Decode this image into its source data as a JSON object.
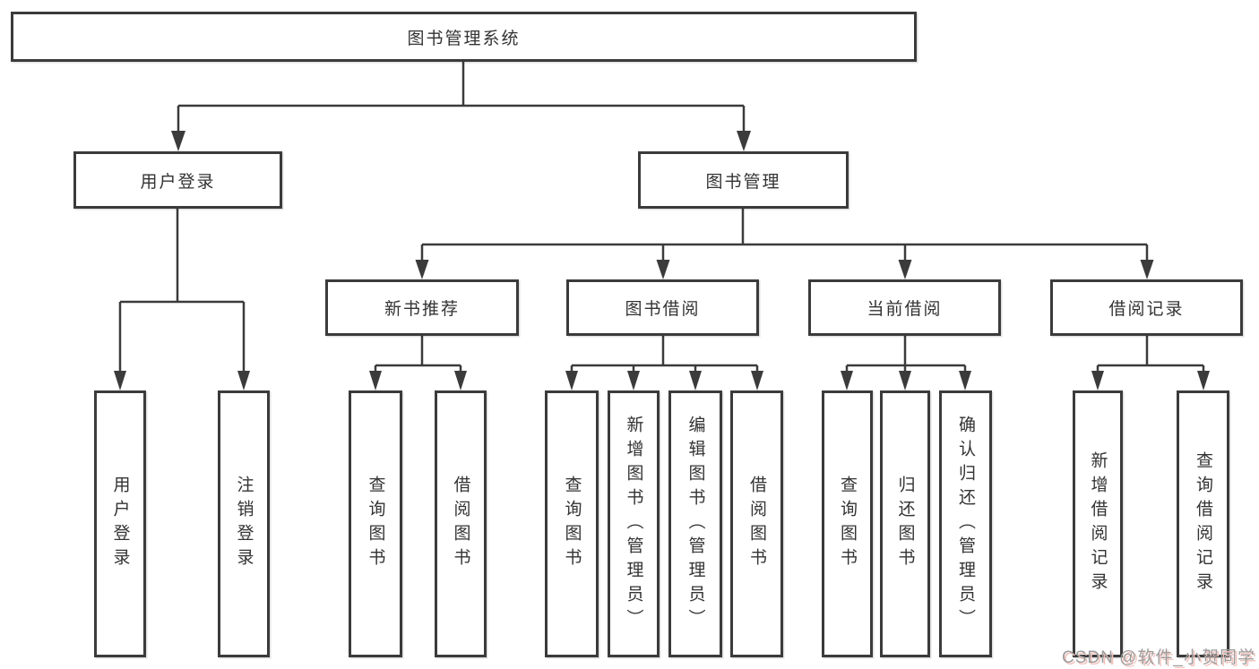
{
  "diagram_type": "functional-structure-tree",
  "tree": {
    "root": {
      "label": "图书管理系统",
      "children": [
        {
          "label": "用户登录",
          "children": [
            {
              "label": "用户登录"
            },
            {
              "label": "注销登录"
            }
          ]
        },
        {
          "label": "图书管理",
          "children": [
            {
              "label": "新书推荐",
              "children": [
                {
                  "label": "查询图书"
                },
                {
                  "label": "借阅图书"
                }
              ]
            },
            {
              "label": "图书借阅",
              "children": [
                {
                  "label": "查询图书"
                },
                {
                  "label": "新增图书（管理员）"
                },
                {
                  "label": "编辑图书（管理员）"
                },
                {
                  "label": "借阅图书"
                }
              ]
            },
            {
              "label": "当前借阅",
              "children": [
                {
                  "label": "查询图书"
                },
                {
                  "label": "归还图书"
                },
                {
                  "label": "确认归还（管理员）"
                }
              ]
            },
            {
              "label": "借阅记录",
              "children": [
                {
                  "label": "新增借阅记录"
                },
                {
                  "label": "查询借阅记录"
                }
              ]
            }
          ]
        }
      ]
    }
  },
  "watermark": {
    "text": "CSDN @软件_小贺同学"
  },
  "colors": {
    "line": "#3b3b3b",
    "box_border": "#3b3b3b",
    "box_fill": "#ffffff",
    "text": "#333333",
    "watermark_text": "#9d9d9d",
    "watermark_shadow": "#f2c3bd"
  }
}
